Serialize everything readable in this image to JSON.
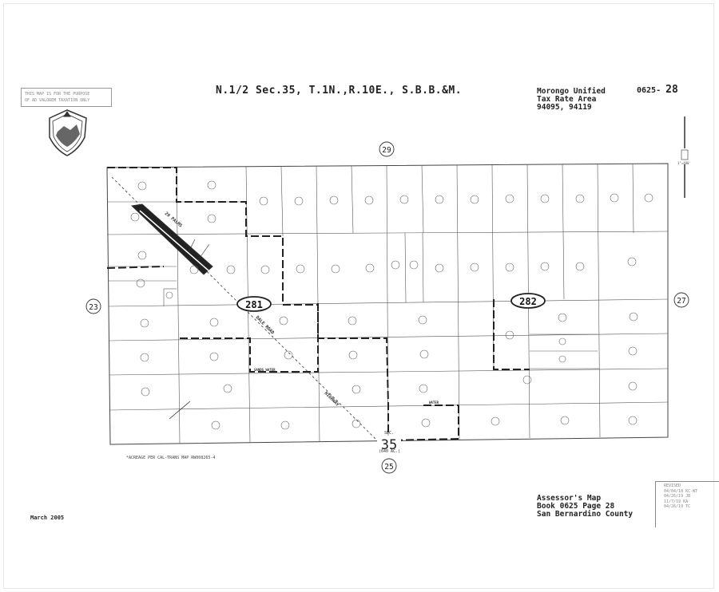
{
  "map": {
    "title": "N.1/2 Sec.35, T.1N.,R.10E., S.B.B.&M.",
    "disclaimer_lines": [
      "THIS MAP IS FOR THE PURPOSE",
      "OF AD VALOREM TAXATION ONLY"
    ],
    "district": "Morongo Unified",
    "tax_rate_area_label": "Tax Rate Area",
    "tax_rate_area_codes": "94095, 94119",
    "map_number_book": "0625",
    "map_number_page": "28",
    "section_label": "SEC.",
    "section_number": "35",
    "section_acres": "(640 AC.)",
    "acreage_note": "*ACREAGE PER CAL-TRANS MAP RW008265-4",
    "date": "March 2005",
    "assessor_title": "Assessor's Map",
    "assessor_book": "Book 0625 Page 28",
    "assessor_county": "San Bernardino County",
    "revised_label": "REVISED",
    "revised_dates": [
      "04/04/18 KC-WT",
      "04/26/19 JB",
      "11/7/19 KA",
      "04/26/19 TC"
    ],
    "adjacent_sections": {
      "north": "29",
      "south": "25",
      "west": "23",
      "east": "27"
    },
    "block_labels": [
      "281",
      "282"
    ],
    "road_labels": [
      "29 PALMS",
      "DALE ROAD",
      "HIGHWAY",
      "SANDS WATER",
      "WATER"
    ],
    "north_arrow_label": "1\"=400'",
    "map_line_color": "#333333"
  }
}
